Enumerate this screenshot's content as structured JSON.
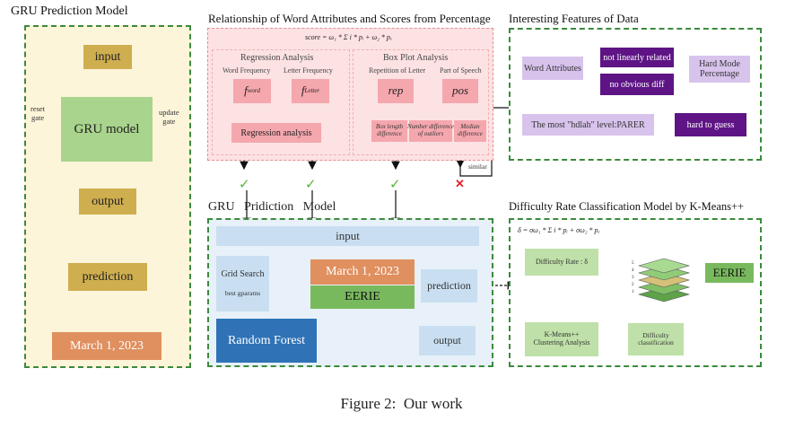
{
  "gru_panel": {
    "title": "GRU Prediction Model",
    "input": "input",
    "gru_model": "GRU model",
    "reset_gate": "reset\ngate",
    "update_gate": "update\ngate",
    "output": "output",
    "prediction": "prediction",
    "date": "March 1, 2023"
  },
  "relationship_panel": {
    "title": "Relationship of Word Attributes and Scores from Percentage",
    "formula": "score = ω₁ * Σ i * pᵢ + ω₂ * pₓ",
    "regression_title": "Regression Analysis",
    "word_frequency": "Word Frequency",
    "letter_frequency": "Letter Frequency",
    "f_word": "f",
    "f_word_sub": "word",
    "f_letter": "f",
    "f_letter_sub": "Letter",
    "regression_box": "Regression analysis",
    "boxplot_title": "Box Plot Analysis",
    "repetition_of_letter": "Repetition of Letter",
    "part_of_speech": "Part of Speech",
    "rep": "rep",
    "pos": "pos",
    "box_length": "Box length\ndifference",
    "number_difference": "Number difference\nof outliers",
    "median": "Median\ndifference",
    "similar": "similar"
  },
  "features_panel": {
    "title": "Interesting Features of Data",
    "word_attributes": "Word Attributes",
    "not_linearly_related": "not linearly related",
    "no_obvious_diff": "no obvious diff",
    "hard_mode_percentage": "Hard Mode\nPercentage",
    "hdlah_level": "The most \"hdlah\" level:PARER",
    "hard_to_guess": "hard to guess"
  },
  "rf_panel": {
    "title": "GRU   Pridiction   Model",
    "input": "input",
    "grid_search": "Grid Search",
    "best_params": "best gparams",
    "date": "March 1, 2023",
    "word": "EERIE",
    "prediction": "prediction",
    "random_forest": "Random Forest",
    "output": "output"
  },
  "kmeans_panel": {
    "title": "Difficulty Rate Classification Model by K-Means++",
    "formula": "δ = σω₁ * Σ i * pᵢ + σω₂ * pₓ",
    "difficulty_rate": "Difficulty Rate : δ",
    "kmeans_box": "K-Means++\nClustering Analysis",
    "difficulty_classification": "Difficulty\nclassification",
    "layer_labels": [
      "5",
      "4",
      "3",
      "2",
      "1"
    ],
    "result": "EERIE"
  },
  "caption": "Figure 2:  Our work"
}
